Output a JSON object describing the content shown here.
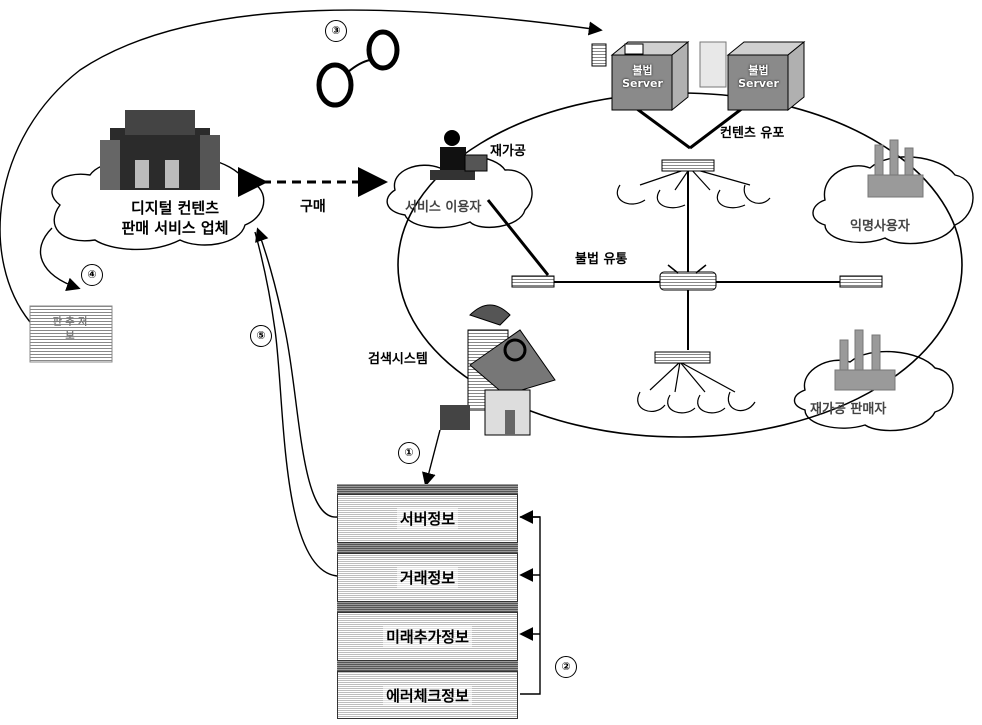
{
  "company": {
    "line1": "디지털 컨텐츠",
    "line2": "판매 서비스 업체"
  },
  "purchase_label": "구매",
  "reprocess_label": "재가공",
  "service_user_label": "서비스 이용자",
  "content_leak_label": "컨텐츠 유포",
  "illegal_flow_label": "불법 유통",
  "anonymous_user_label": "익명사용자",
  "reprocess_seller_label": "재가공 판매자",
  "search_system_label": "검색시스템",
  "servers": [
    {
      "line1": "불법",
      "line2": "Server"
    },
    {
      "line1": "불법",
      "line2": "Server"
    }
  ],
  "report_doc": {
    "line1": "판 추 저",
    "line2": "보"
  },
  "info_blocks": [
    "서버정보",
    "거래정보",
    "미래추가정보",
    "에러체크정보"
  ],
  "step_numbers": [
    "①",
    "②",
    "③",
    "④",
    "⑤"
  ],
  "colors": {
    "line": "#000000",
    "block_stripe": "#bdbdbd",
    "server": "#8a8a8a"
  }
}
